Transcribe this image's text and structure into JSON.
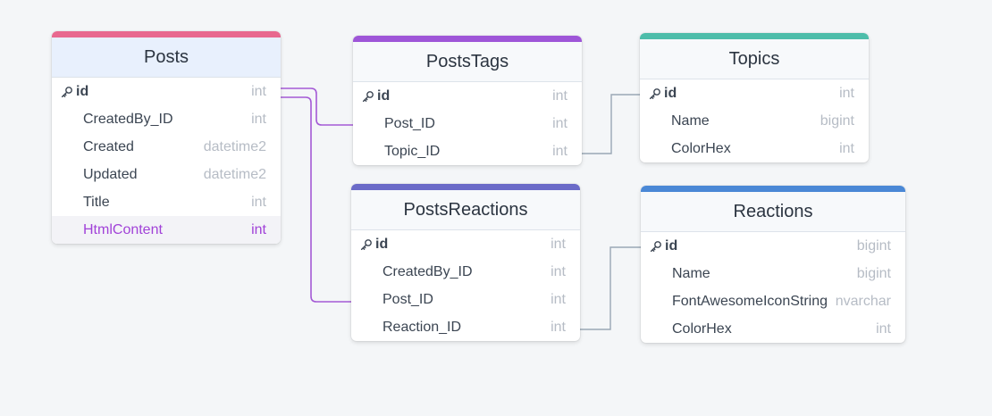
{
  "colors": {
    "posts": "#e8688f",
    "posts_header_bg": "#e8f0fd",
    "poststags": "#9e56d8",
    "topics": "#4dbdaa",
    "postsreactions": "#6b6bc8",
    "reactions": "#4a88d6",
    "link_purple": "#a45ad6",
    "link_gray": "#9aa7b5"
  },
  "tables": {
    "posts": {
      "title": "Posts",
      "fields": [
        {
          "name": "id",
          "type": "int",
          "pk": true
        },
        {
          "name": "CreatedBy_ID",
          "type": "int"
        },
        {
          "name": "Created",
          "type": "datetime2"
        },
        {
          "name": "Updated",
          "type": "datetime2"
        },
        {
          "name": "Title",
          "type": "int"
        },
        {
          "name": "HtmlContent",
          "type": "int",
          "highlighted": true
        }
      ]
    },
    "poststags": {
      "title": "PostsTags",
      "fields": [
        {
          "name": "id",
          "type": "int",
          "pk": true
        },
        {
          "name": "Post_ID",
          "type": "int"
        },
        {
          "name": "Topic_ID",
          "type": "int"
        }
      ]
    },
    "topics": {
      "title": "Topics",
      "fields": [
        {
          "name": "id",
          "type": "int",
          "pk": true
        },
        {
          "name": "Name",
          "type": "bigint"
        },
        {
          "name": "ColorHex",
          "type": "int"
        }
      ]
    },
    "postsreactions": {
      "title": "PostsReactions",
      "fields": [
        {
          "name": "id",
          "type": "int",
          "pk": true
        },
        {
          "name": "CreatedBy_ID",
          "type": "int"
        },
        {
          "name": "Post_ID",
          "type": "int"
        },
        {
          "name": "Reaction_ID",
          "type": "int"
        }
      ]
    },
    "reactions": {
      "title": "Reactions",
      "fields": [
        {
          "name": "id",
          "type": "bigint",
          "pk": true
        },
        {
          "name": "Name",
          "type": "bigint"
        },
        {
          "name": "FontAwesomeIconString",
          "type": "nvarchar"
        },
        {
          "name": "ColorHex",
          "type": "int"
        }
      ]
    }
  }
}
